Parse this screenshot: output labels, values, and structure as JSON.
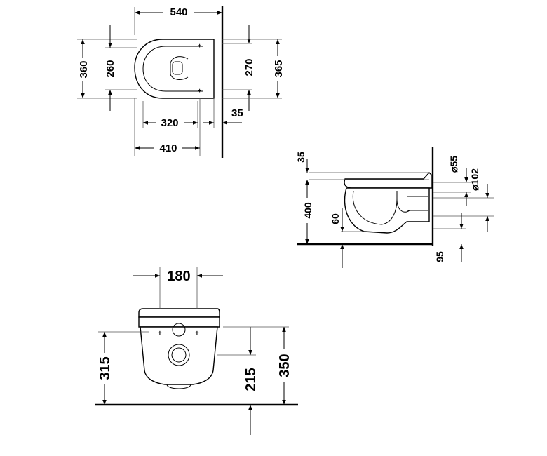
{
  "top_view": {
    "dim_width": "540",
    "dim_outer_height": "360",
    "dim_inner_height": "260",
    "dim_right_inner": "270",
    "dim_right_outer": "365",
    "dim_fixing": "320",
    "dim_wall_gap": "35",
    "dim_bottom": "410"
  },
  "side_view": {
    "dim_top": "35",
    "dim_height": "400",
    "dim_low": "60",
    "dim_inlet": "⌀55",
    "dim_outlet": "⌀102",
    "dim_floor": "95"
  },
  "front_view": {
    "dim_spacing": "180",
    "dim_left": "315",
    "dim_mid": "215",
    "dim_right": "350"
  }
}
